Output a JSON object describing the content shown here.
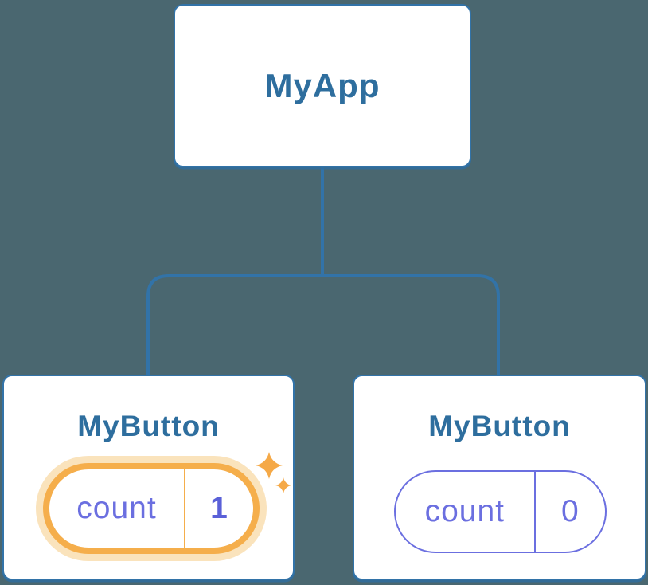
{
  "colors": {
    "background": "#4A6770",
    "node-bg": "#FFFFFF",
    "node-border": "#3273A8",
    "connector": "#3273A8",
    "title-blue": "#2E6E9E",
    "state-purple": "#6B6FE0",
    "state-value-purple": "#5A60D8",
    "highlight-orange": "#F5AE4B",
    "highlight-halo": "#FAE3BC",
    "sparkle-orange": "#F5A947"
  },
  "tree": {
    "root": {
      "label": "MyApp"
    },
    "children": [
      {
        "label": "MyButton",
        "state": {
          "key": "count",
          "value": "1"
        },
        "highlighted": true
      },
      {
        "label": "MyButton",
        "state": {
          "key": "count",
          "value": "0"
        },
        "highlighted": false
      }
    ]
  }
}
